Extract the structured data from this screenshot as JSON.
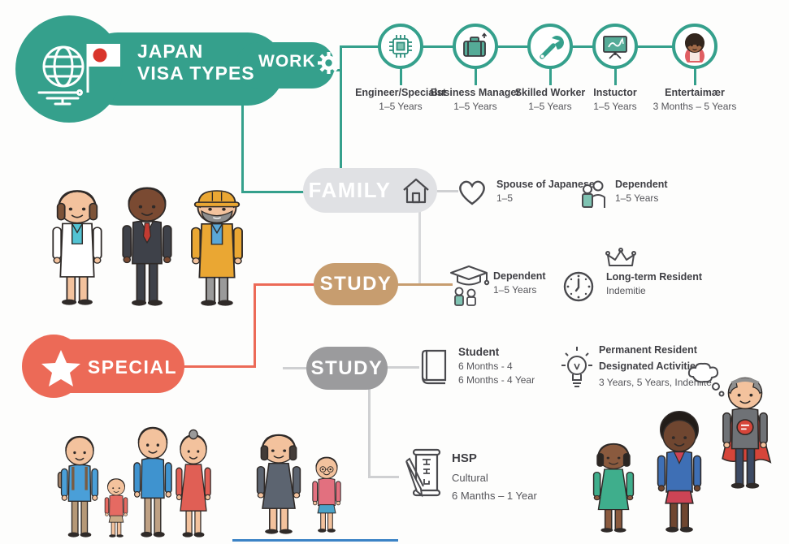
{
  "header": {
    "title_line1": "JAPAN",
    "title_line2": "VISA TYPES",
    "flag": "japan-flag"
  },
  "work": {
    "label": "WORK",
    "items": [
      {
        "name": "Engineer/Speciaist",
        "duration": "1–5 Years",
        "icon": "chip-icon"
      },
      {
        "name": "Business Manager",
        "duration": "1–5 Years",
        "icon": "briefcase-icon"
      },
      {
        "name": "Skilled Worker",
        "duration": "1–5 Years",
        "icon": "wrench-icon"
      },
      {
        "name": "Instuctor",
        "duration": "1–5 Years",
        "icon": "presentation-board-icon"
      },
      {
        "name": "Entertaimær",
        "duration": "3 Months – 5 Years",
        "icon": "entertainer-icon"
      }
    ]
  },
  "family": {
    "label": "FAMILY",
    "items": [
      {
        "name": "Spouse of Japanese",
        "duration": "1–5",
        "icon": "heart-icon"
      },
      {
        "name": "Dependent",
        "duration": "1–5 Years",
        "icon": "dependents-icon"
      }
    ]
  },
  "study_family": {
    "label": "STUDY",
    "items": [
      {
        "name": "Dependent",
        "duration": "1–5 Years",
        "icon": "graduation-dependents-icon"
      },
      {
        "name": "Long-term Resident",
        "duration": "Indemitie",
        "icon": "clock-icon"
      }
    ]
  },
  "special": {
    "label": "SPECIAL"
  },
  "study_special": {
    "label": "STUDY",
    "student": {
      "name": "Student",
      "duration_line1": "6 Months - 4",
      "duration_line2": "6 Months - 4 Year",
      "icon": "book-icon"
    },
    "permanent": {
      "name": "Permanent Resident",
      "line2": "Designated Activities",
      "line3": "3 Years, 5 Years, Indeniite",
      "icon": "lightbulb-icon"
    },
    "hsp": {
      "name": "HSP",
      "line2": "Cultural",
      "line3": "6 Manths – 1 Year",
      "icon": "scroll-pen-icon"
    }
  },
  "colors": {
    "teal": "#35a08c",
    "tan": "#c79d6f",
    "coral": "#ec6a57",
    "light_gray_pill": "#e0e1e4",
    "mid_gray_pill": "#9b9b9d",
    "line_gray": "#cfd0d2",
    "text": "#3f3f44",
    "flag_red": "#d9342b",
    "bottom_line_blue": "#3b83c6"
  }
}
